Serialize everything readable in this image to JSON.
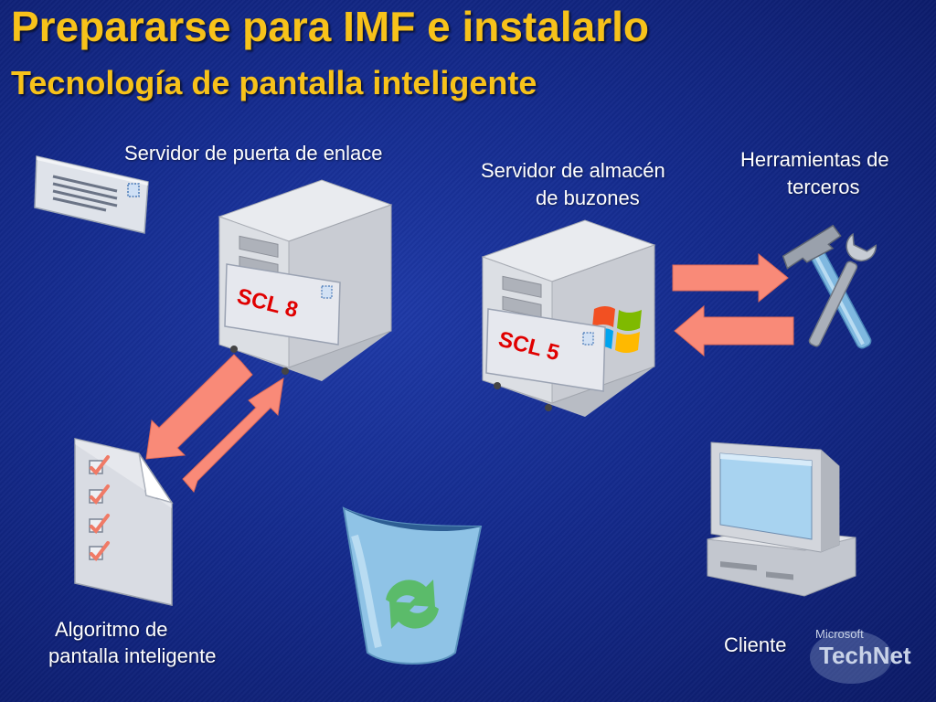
{
  "slide": {
    "title": "Prepararse para IMF e instalarlo",
    "subtitle": "Tecnología de pantalla inteligente"
  },
  "nodes": {
    "gateway": {
      "label": "Servidor de puerta de enlace",
      "badge": "SCL 8",
      "icon": "server-icon"
    },
    "mailbox": {
      "label_line1": "Servidor de almacén",
      "label_line2": "de buzones",
      "badge": "SCL 5",
      "icon": "server-icon"
    },
    "tools": {
      "label_line1": "Herramientas de",
      "label_line2": "terceros",
      "icon": "hammer-wrench-icon"
    },
    "algorithm": {
      "label_line1": "Algoritmo de",
      "label_line2": "pantalla inteligente",
      "icon": "checklist-icon"
    },
    "client": {
      "label": "Cliente",
      "icon": "computer-icon"
    },
    "mail": {
      "icon": "envelope-icon"
    },
    "recycle": {
      "icon": "recycle-bin-icon"
    }
  },
  "branding": {
    "small": "Microsoft",
    "large": "TechNet"
  },
  "colors": {
    "title": "#f7c21a",
    "arrow": "#f98a78",
    "badge_text": "#e00000",
    "background": "#142a8c"
  }
}
